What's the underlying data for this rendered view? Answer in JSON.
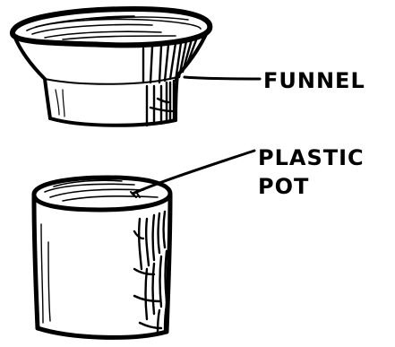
{
  "labels": {
    "funnel": "FUNNEL",
    "plastic_pot_line1": "PLASTIC",
    "plastic_pot_line2": "POT"
  },
  "colors": {
    "ink": "#000000",
    "paper": "#ffffff"
  }
}
